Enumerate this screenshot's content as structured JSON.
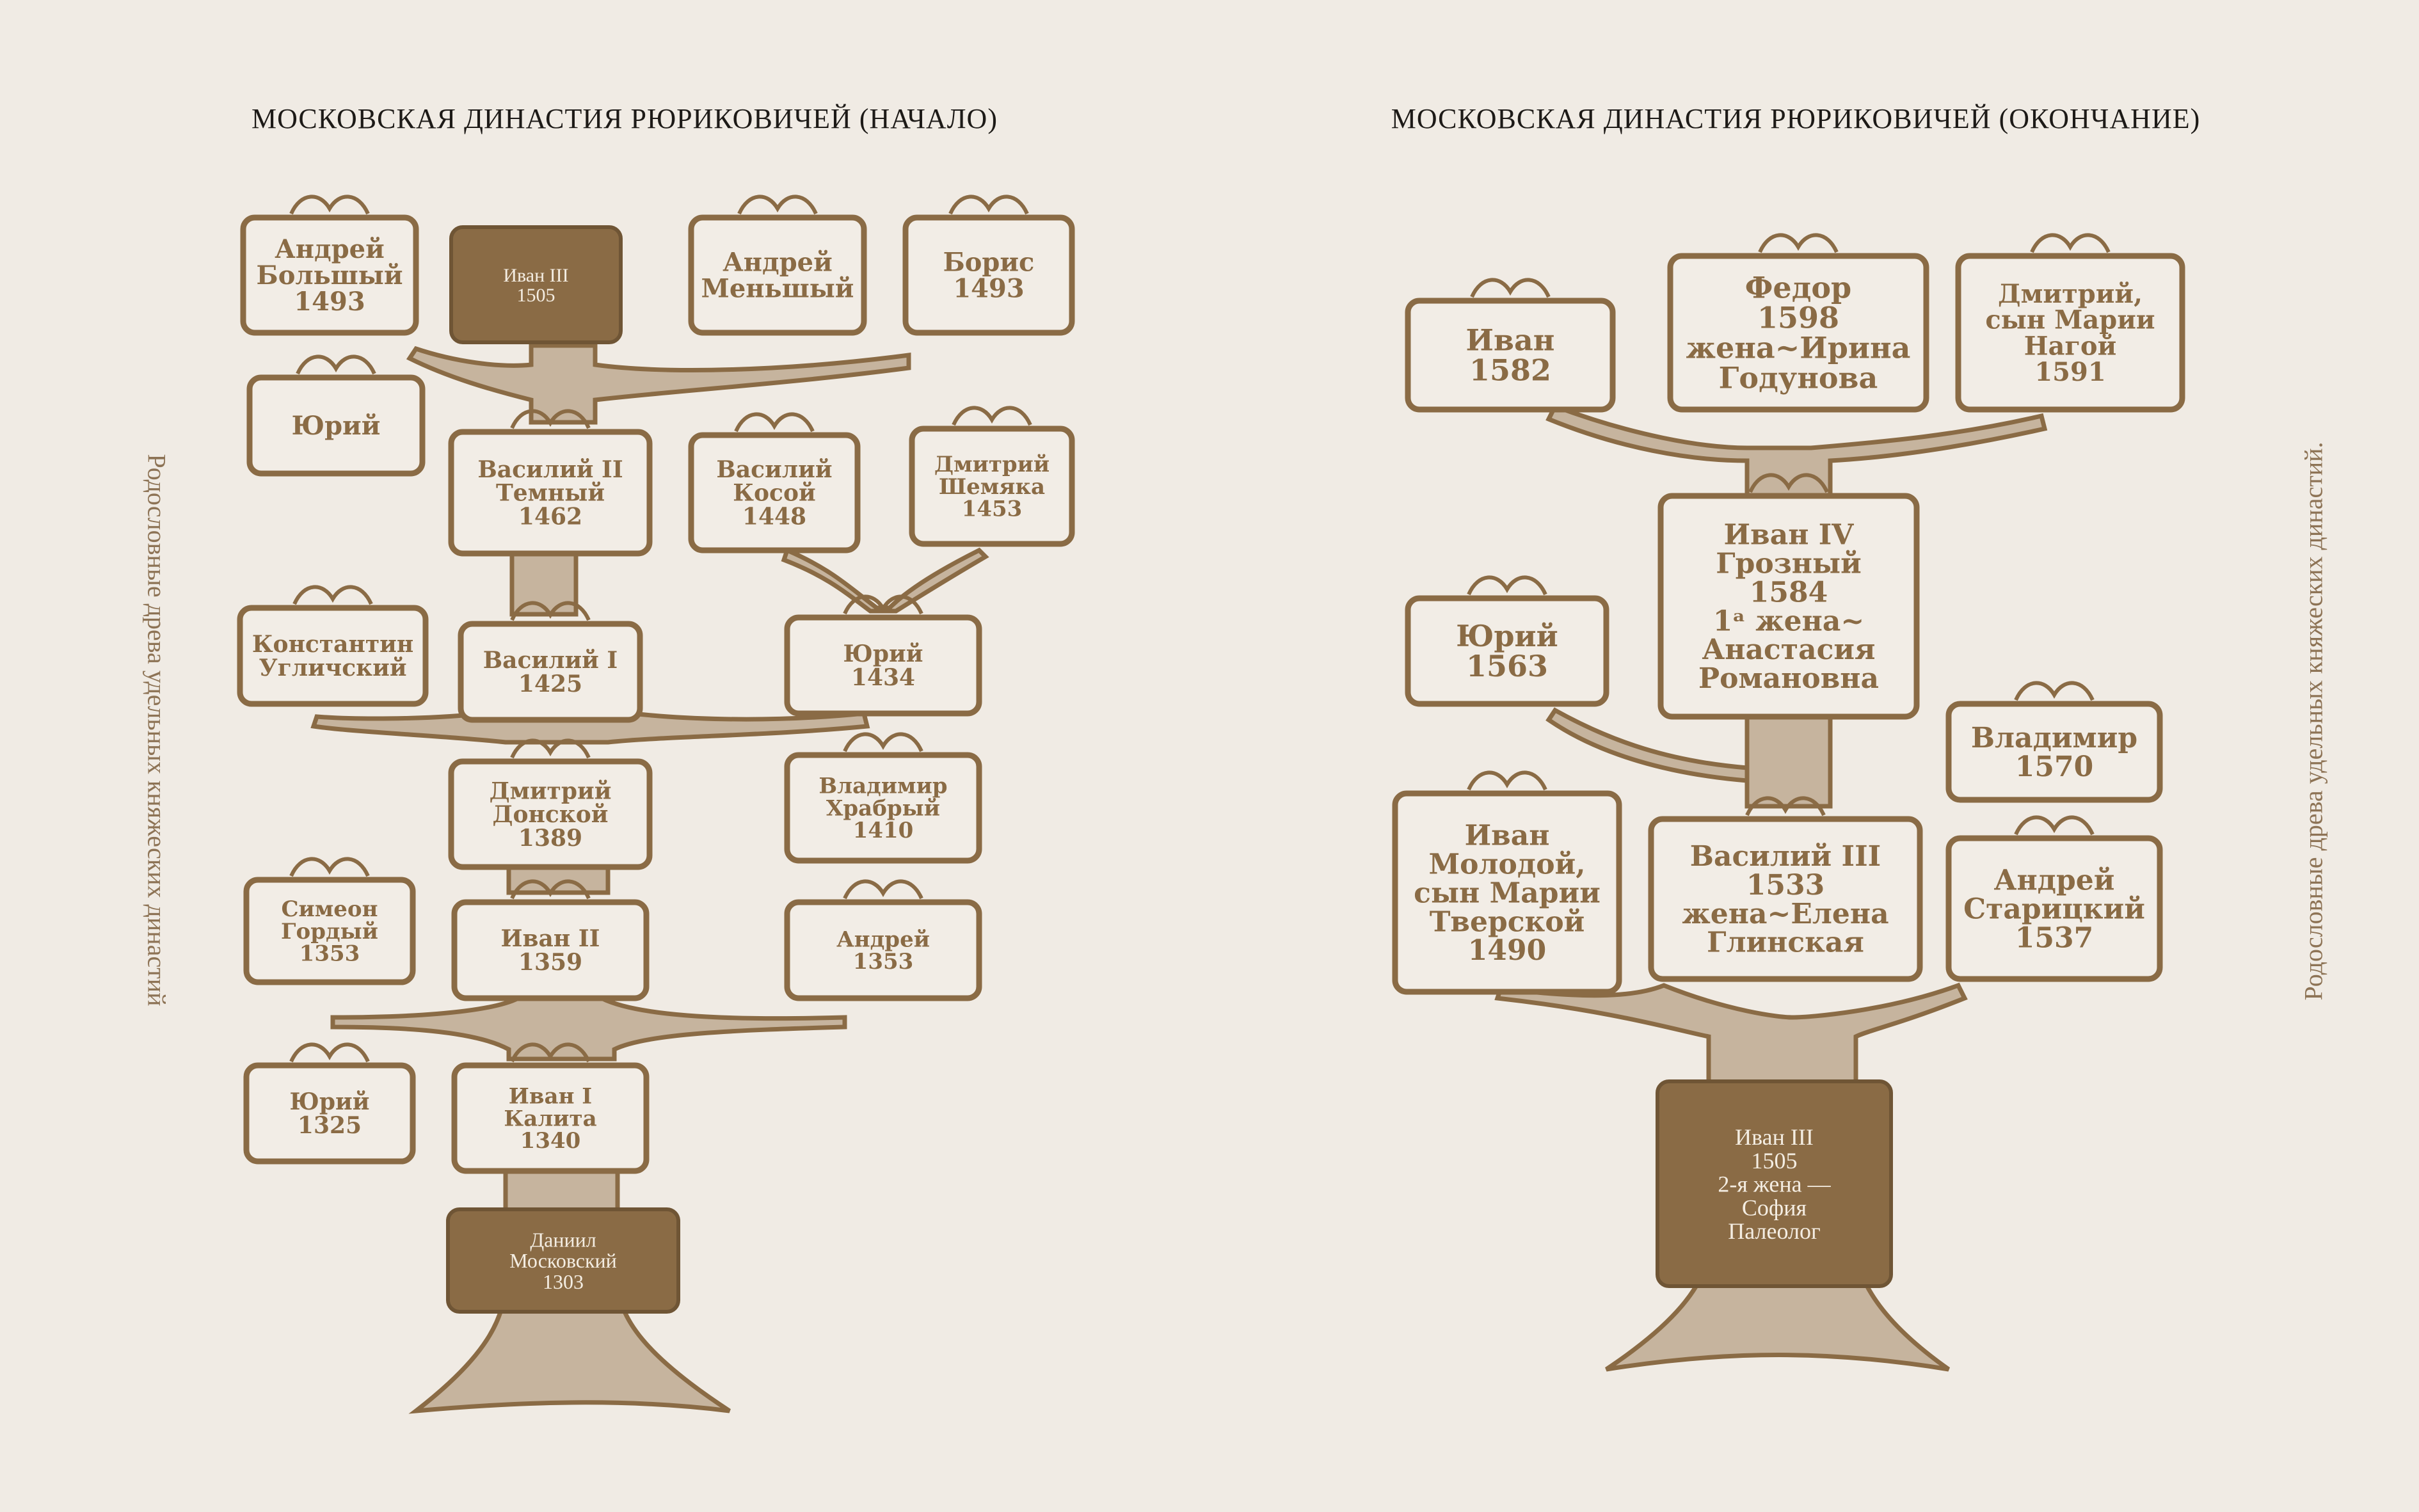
{
  "left_page": {
    "title": "МОСКОВСКАЯ ДИНАСТИЯ РЮРИКОВИЧЕЙ (НАЧАЛО)",
    "side_caption": "Родословные древа удельных княжеских династий",
    "boxes": [
      {
        "id": "andrey-bolshoy",
        "lines": [
          "Андрей",
          "Большый",
          "1493"
        ],
        "dark": false
      },
      {
        "id": "ivan-iii",
        "lines": [
          "Иван III",
          "1505"
        ],
        "dark": true
      },
      {
        "id": "andrey-menshoy",
        "lines": [
          "Андрей",
          "Меньшый"
        ],
        "dark": false
      },
      {
        "id": "boris",
        "lines": [
          "Борис",
          "1493"
        ],
        "dark": false
      },
      {
        "id": "yuri-1",
        "lines": [
          "Юрий"
        ],
        "dark": false
      },
      {
        "id": "vasily-ii",
        "lines": [
          "Василий II",
          "Темный",
          "1462"
        ],
        "dark": false
      },
      {
        "id": "vasily-kosoy",
        "lines": [
          "Василий",
          "Косой",
          "1448"
        ],
        "dark": false
      },
      {
        "id": "dmitry-shemyaka",
        "lines": [
          "Дмитрий",
          "Шемяка",
          "1453"
        ],
        "dark": false
      },
      {
        "id": "konstantin",
        "lines": [
          "Константин",
          "Угличский"
        ],
        "dark": false
      },
      {
        "id": "vasily-i",
        "lines": [
          "Василий I",
          "1425"
        ],
        "dark": false
      },
      {
        "id": "yuri-1434",
        "lines": [
          "Юрий",
          "1434"
        ],
        "dark": false
      },
      {
        "id": "dmitry-donskoy",
        "lines": [
          "Дмитрий",
          "Донской",
          "1389"
        ],
        "dark": false
      },
      {
        "id": "vladimir-khrabry",
        "lines": [
          "Владимир",
          "Храбрый",
          "1410"
        ],
        "dark": false
      },
      {
        "id": "simeon",
        "lines": [
          "Симеон",
          "Гордый",
          "1353"
        ],
        "dark": false
      },
      {
        "id": "ivan-ii",
        "lines": [
          "Иван II",
          "1359"
        ],
        "dark": false
      },
      {
        "id": "andrey-1353",
        "lines": [
          "Андрей",
          "1353"
        ],
        "dark": false
      },
      {
        "id": "yuri-1325",
        "lines": [
          "Юрий",
          "1325"
        ],
        "dark": false
      },
      {
        "id": "ivan-kalita",
        "lines": [
          "Иван I",
          "Калита",
          "1340"
        ],
        "dark": false
      },
      {
        "id": "daniil",
        "lines": [
          "Даниил",
          "Московский",
          "1303"
        ],
        "dark": true
      }
    ]
  },
  "right_page": {
    "title": "МОСКОВСКАЯ ДИНАСТИЯ РЮРИКОВИЧЕЙ (ОКОНЧАНИЕ)",
    "side_caption": "Родословные древа удельных княжеских династий.",
    "boxes": [
      {
        "id": "ivan-1582",
        "lines": [
          "Иван",
          "1582"
        ],
        "dark": false
      },
      {
        "id": "fedor",
        "lines": [
          "Федор",
          "1598",
          "жена~Ирина",
          "Годунова"
        ],
        "dark": false
      },
      {
        "id": "dmitry-1591",
        "lines": [
          "Дмитрий,",
          "сын Марии",
          "Нагой",
          "1591"
        ],
        "dark": false
      },
      {
        "id": "yuri-1563",
        "lines": [
          "Юрий",
          "1563"
        ],
        "dark": false
      },
      {
        "id": "ivan-iv",
        "lines": [
          "Иван IV",
          "Грозный",
          "1584",
          "1ᵃ жена~",
          "Анастасия",
          "Романовна"
        ],
        "dark": false
      },
      {
        "id": "vladimir-1570",
        "lines": [
          "Владимир",
          "1570"
        ],
        "dark": false
      },
      {
        "id": "ivan-molodoy",
        "lines": [
          "Иван",
          "Молодой,",
          "сын Марии",
          "Тверской",
          "1490"
        ],
        "dark": false
      },
      {
        "id": "vasily-iii",
        "lines": [
          "Василий III",
          "1533",
          "жена~Елена",
          "Глинская"
        ],
        "dark": false
      },
      {
        "id": "andrey-staritsky",
        "lines": [
          "Андрей",
          "Старицкий",
          "1537"
        ],
        "dark": false
      },
      {
        "id": "ivan-iii-right",
        "lines": [
          "Иван III",
          "1505",
          "2-я жена —",
          "София",
          "Палеолог"
        ],
        "dark": true
      }
    ]
  },
  "colors": {
    "background": "#f0ebe4",
    "brown": "#8a6b45",
    "trunk_fill": "#c6b49e",
    "dark_box_text": "#f4ede2"
  }
}
